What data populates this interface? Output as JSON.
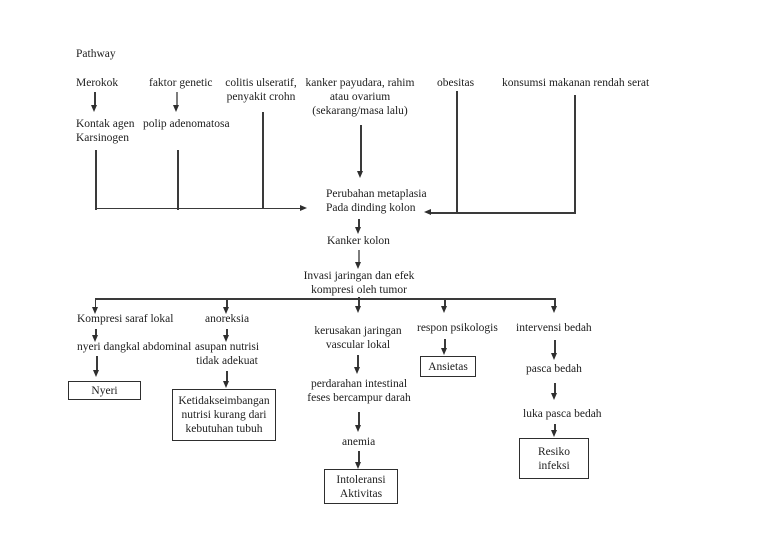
{
  "title": "Pathway",
  "colors": {
    "background": "#ffffff",
    "ink": "#1d1d1d",
    "line": "#3a3a3a"
  },
  "nodes": {
    "merokok": [
      "Merokok"
    ],
    "faktor_genetic": [
      "faktor genetic"
    ],
    "colitis": [
      "colitis ulseratif,",
      "penyakit crohn"
    ],
    "kanker_payudara": [
      "kanker payudara, rahim",
      "atau ovarium",
      "(sekarang/masa lalu)"
    ],
    "obesitas": [
      "obesitas"
    ],
    "konsumsi": [
      "konsumsi makanan rendah serat"
    ],
    "kontak_agen": [
      "Kontak agen",
      "Karsinogen"
    ],
    "polip": [
      "polip adenomatosa"
    ],
    "metaplasia": [
      "Perubahan metaplasia",
      "Pada dinding kolon"
    ],
    "kanker_kolon": [
      "Kanker kolon"
    ],
    "invasi": [
      "Invasi jaringan dan efek",
      "kompresi oleh tumor"
    ],
    "kompresi_saraf": [
      "Kompresi saraf lokal"
    ],
    "anoreksia": [
      "anoreksia"
    ],
    "kerusakan": [
      "kerusakan jaringan",
      "vascular lokal"
    ],
    "respon_psikologis": [
      "respon psikologis"
    ],
    "intervensi_bedah": [
      "intervensi bedah"
    ],
    "nyeri_dangkal": [
      "nyeri dangkal abdominal"
    ],
    "asupan": [
      "asupan nutrisi",
      "tidak adekuat"
    ],
    "ansietas": [
      "Ansietas"
    ],
    "pasca_bedah": [
      "pasca bedah"
    ],
    "nyeri": [
      "Nyeri"
    ],
    "ketidakseimbangan": [
      "Ketidakseimbangan",
      "nutrisi kurang dari",
      "kebutuhan tubuh"
    ],
    "perdarahan": [
      "perdarahan intestinal",
      "feses bercampur darah"
    ],
    "luka_pasca_bedah": [
      "luka pasca bedah"
    ],
    "anemia": [
      "anemia"
    ],
    "resiko_infeksi": [
      "Resiko",
      "infeksi"
    ],
    "intoleransi": [
      "Intoleransi",
      "Aktivitas"
    ]
  }
}
